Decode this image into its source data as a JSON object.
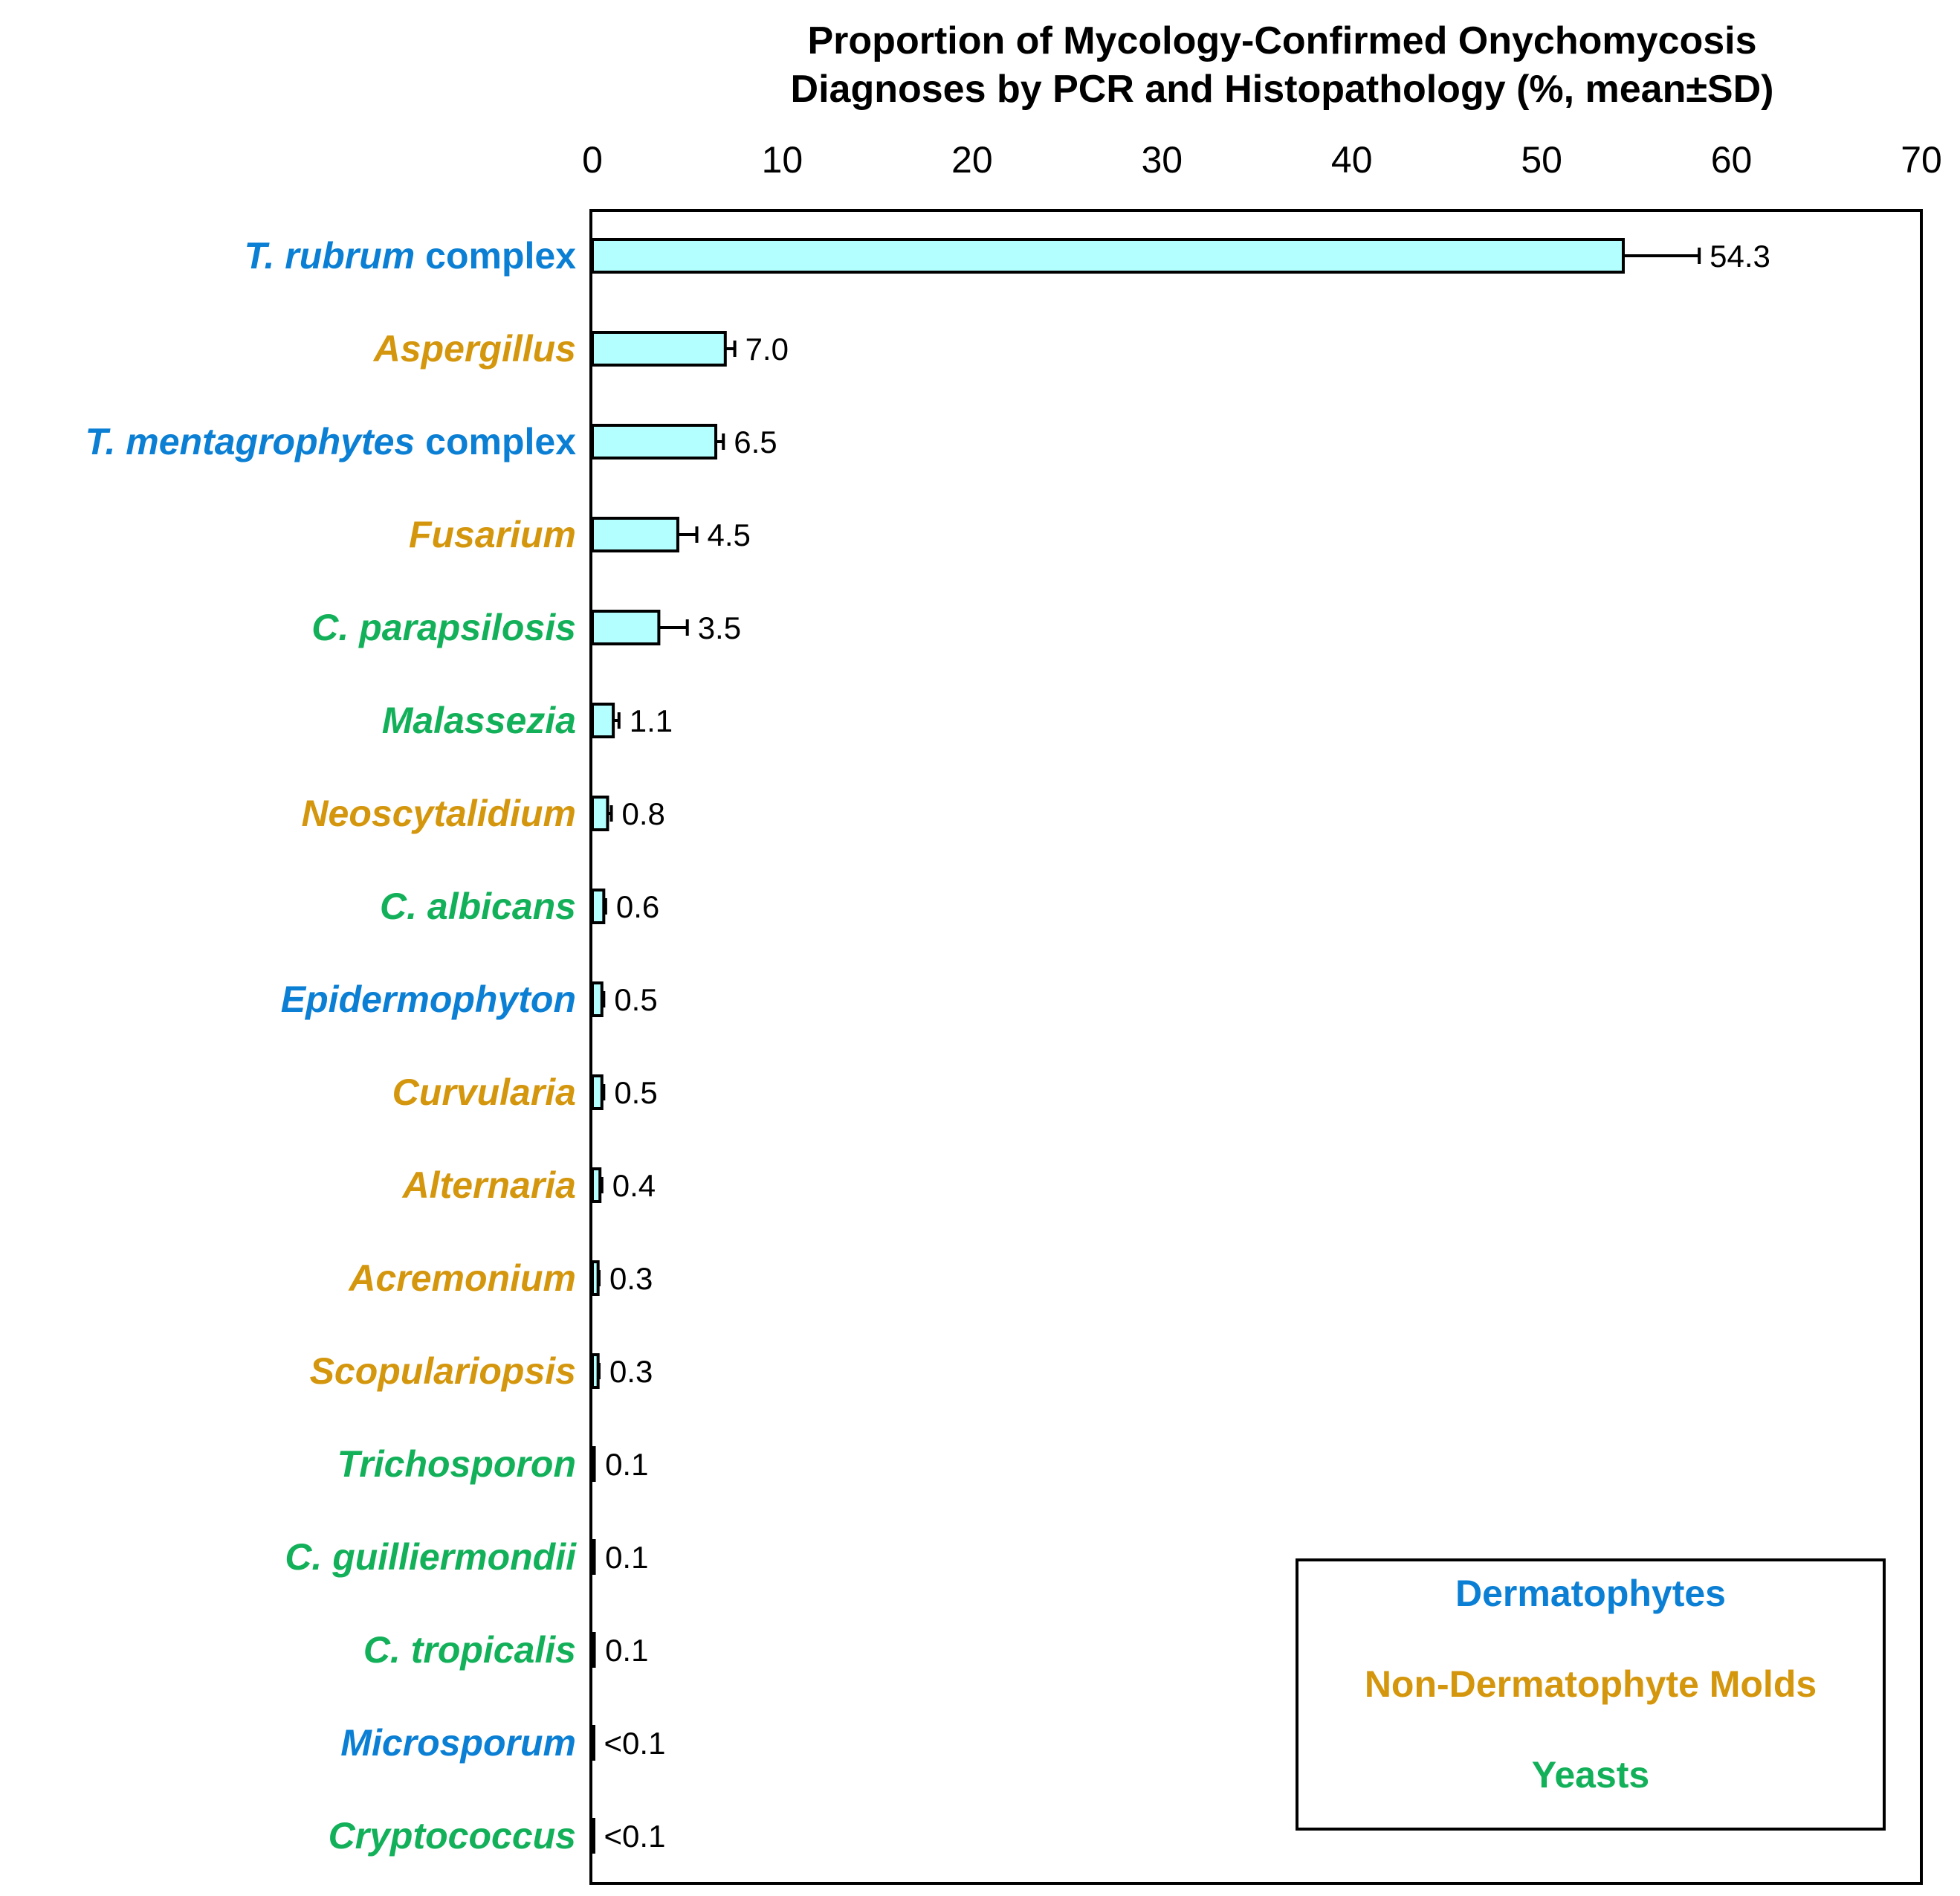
{
  "chart_data": {
    "type": "bar",
    "orientation": "horizontal",
    "title": [
      "Proportion of Mycology-Confirmed Onychomycosis",
      "Diagnoses by PCR and Histopathology (%, mean±SD)"
    ],
    "xlim": [
      0,
      70
    ],
    "xticks": [
      0,
      10,
      20,
      30,
      40,
      50,
      60,
      70
    ],
    "x_axis_position": "top",
    "grid": false,
    "legend_position": "bottom-right",
    "bar_color": "#b3ffff",
    "groups": [
      {
        "name": "Dermatophytes",
        "color": "#0a7fd4"
      },
      {
        "name": "Non-Dermatophyte Molds",
        "color": "#d4960c"
      },
      {
        "name": "Yeasts",
        "color": "#13b05a"
      }
    ],
    "categories": [
      {
        "italic": "T. rubrum",
        "plain": " complex",
        "group": 0
      },
      {
        "italic": "Aspergillus",
        "plain": "",
        "group": 1
      },
      {
        "italic": "T. mentagrophytes",
        "plain": " complex",
        "group": 0
      },
      {
        "italic": "Fusarium",
        "plain": "",
        "group": 1
      },
      {
        "italic": "C. parapsilosis",
        "plain": "",
        "group": 2
      },
      {
        "italic": "Malassezia",
        "plain": "",
        "group": 2
      },
      {
        "italic": "Neoscytalidium",
        "plain": "",
        "group": 1
      },
      {
        "italic": "C. albicans",
        "plain": "",
        "group": 2
      },
      {
        "italic": "Epidermophyton",
        "plain": "",
        "group": 0
      },
      {
        "italic": "Curvularia",
        "plain": "",
        "group": 1
      },
      {
        "italic": "Alternaria",
        "plain": "",
        "group": 1
      },
      {
        "italic": "Acremonium",
        "plain": "",
        "group": 1
      },
      {
        "italic": "Scopulariopsis",
        "plain": "",
        "group": 1
      },
      {
        "italic": "Trichosporon",
        "plain": "",
        "group": 2
      },
      {
        "italic": "C. guilliermondii",
        "plain": "",
        "group": 2
      },
      {
        "italic": "C. tropicalis",
        "plain": "",
        "group": 2
      },
      {
        "italic": "Microsporum",
        "plain": "",
        "group": 0
      },
      {
        "italic": "Cryptococcus",
        "plain": "",
        "group": 2
      }
    ],
    "values": [
      54.3,
      7.0,
      6.5,
      4.5,
      3.5,
      1.1,
      0.8,
      0.6,
      0.5,
      0.5,
      0.4,
      0.3,
      0.3,
      0.1,
      0.1,
      0.1,
      0.05,
      0.05
    ],
    "sd": [
      4.0,
      0.5,
      0.4,
      1.0,
      1.5,
      0.3,
      0.2,
      0.1,
      0.1,
      0.1,
      0.1,
      0.05,
      0.05,
      0.02,
      0.02,
      0.02,
      0.01,
      0.01
    ],
    "value_labels": [
      "54.3",
      "7.0",
      "6.5",
      "4.5",
      "3.5",
      "1.1",
      "0.8",
      "0.6",
      "0.5",
      "0.5",
      "0.4",
      "0.3",
      "0.3",
      "0.1",
      "0.1",
      "0.1",
      "<0.1",
      "<0.1"
    ]
  }
}
